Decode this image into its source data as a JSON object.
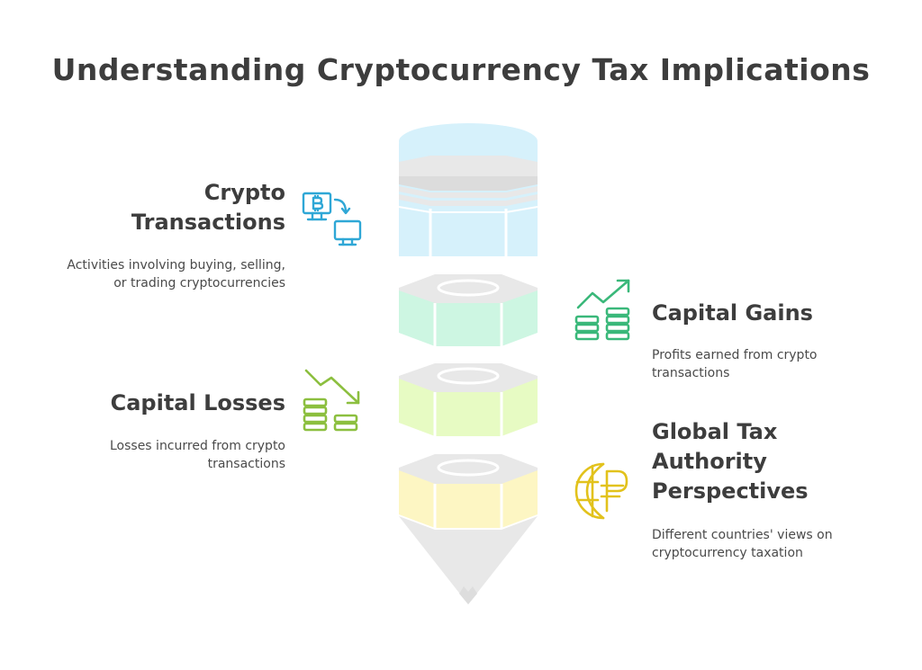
{
  "title": "Understanding Cryptocurrency Tax Implications",
  "sections": {
    "crypto_transactions": {
      "heading_lines": [
        "Crypto",
        "Transactions"
      ],
      "description_lines": [
        "Activities involving buying, selling,",
        "or trading cryptocurrencies"
      ],
      "color": "#2fa7d6",
      "icon": "bitcoin-transfer-icon"
    },
    "capital_gains": {
      "heading_lines": [
        "Capital Gains"
      ],
      "description_lines": [
        "Profits earned from crypto",
        "transactions"
      ],
      "color": "#3ab87a",
      "icon": "chart-up-coins-icon"
    },
    "capital_losses": {
      "heading_lines": [
        "Capital Losses"
      ],
      "description_lines": [
        "Losses incurred from crypto",
        "transactions"
      ],
      "color": "#8cbf3f",
      "icon": "chart-down-coins-icon"
    },
    "global_tax": {
      "heading_lines": [
        "Global Tax",
        "Authority",
        "Perspectives"
      ],
      "description_lines": [
        "Different countries' views on",
        "cryptocurrency taxation"
      ],
      "color": "#e2c21c",
      "icon": "globe-currency-icon"
    }
  },
  "stack_colors": {
    "blue": "#d6f1fb",
    "green": "#cdf6e2",
    "lime": "#e7fbc3",
    "yellow": "#fdf6c3",
    "gray": "#e8e8e8",
    "gray_dark": "#dedede"
  }
}
